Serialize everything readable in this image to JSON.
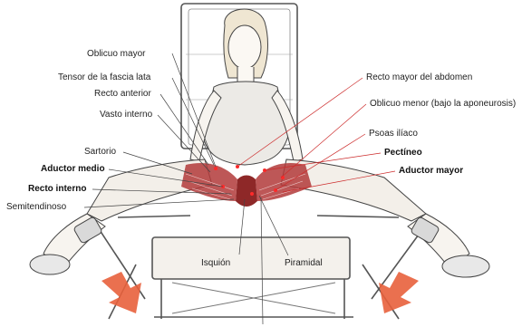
{
  "figure": {
    "labels": {
      "oblicuo_mayor": "Oblicuo mayor",
      "tensor_fascia_lata": "Tensor de la fascia lata",
      "recto_anterior": "Recto anterior",
      "vasto_interno": "Vasto interno",
      "sartorio": "Sartorio",
      "aductor_medio": "Aductor medio",
      "recto_interno": "Recto interno",
      "semitendinoso": "Semitendinoso",
      "recto_mayor_abdomen": "Recto mayor del abdomen",
      "oblicuo_menor": "Oblicuo menor (bajo la aponeurosis)",
      "psoas_iliaco": "Psoas ilíaco",
      "pectineo": "Pectíneo",
      "aductor_mayor": "Aductor mayor",
      "isquion": "Isquión",
      "piramidal": "Piramidal"
    }
  },
  "colors": {
    "ink": "#222222",
    "muscle": "#b23a3a",
    "arrow": "#e8603c",
    "leader": "#cc2a2a"
  }
}
